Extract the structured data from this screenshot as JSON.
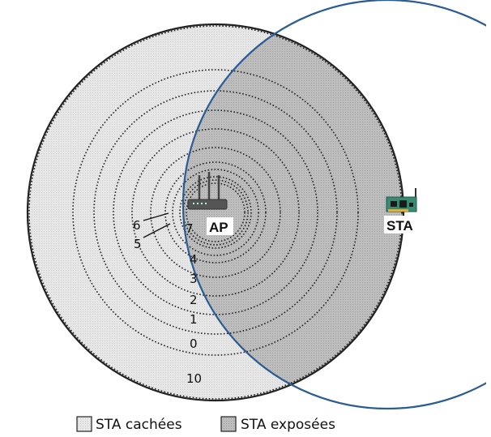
{
  "diagram": {
    "ap_label": "AP",
    "sta_label": "STA",
    "rings": [
      {
        "label": "10"
      },
      {
        "label": "0"
      },
      {
        "label": "1"
      },
      {
        "label": "2"
      },
      {
        "label": "3"
      },
      {
        "label": "4"
      },
      {
        "label": "5"
      },
      {
        "label": "6"
      },
      {
        "label": "7"
      }
    ]
  },
  "legend": {
    "hidden": "STA cachées",
    "exposed": "STA exposées"
  },
  "colors": {
    "hidden_fill": "#e3e3e3",
    "exposed_fill": "#b9b9b9",
    "ap_circle": "#222222",
    "sta_circle": "#2b5c94",
    "ring_stroke": "#222222"
  },
  "icons": {
    "ap": "router-icon",
    "sta": "network-card-icon"
  }
}
